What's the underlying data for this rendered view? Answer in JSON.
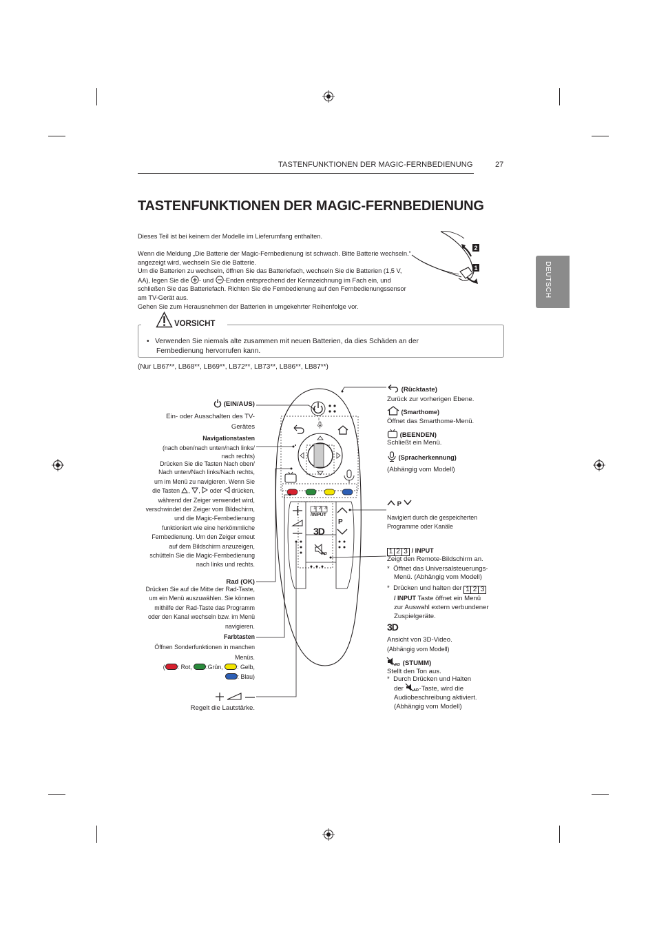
{
  "header": {
    "section_title": "TASTENFUNKTIONEN DER MAGIC-FERNBEDIENUNG",
    "page_number": "27"
  },
  "side_tab": {
    "label": "DEUTSCH",
    "color": "#8b8b8b"
  },
  "title": "TASTENFUNKTIONEN DER MAGIC-FERNBEDIENUNG",
  "intro": {
    "p1": "Dieses Teil ist bei keinem der Modelle im Lieferumfang enthalten.",
    "p2_lines": [
      "Wenn die Meldung „Die Batterie der Magic-Fernbedienung ist schwach. Bitte Batterie wechseln.“",
      "angezeigt wird, wechseln Sie die Batterie.",
      "Um die Batterien zu wechseln, öffnen Sie das Batteriefach, wechseln Sie die Batterien (1,5 V,"
    ],
    "p2_line4_a": "AA), legen Sie die",
    "p2_line4_b": "- und",
    "p2_line4_c": "-Enden entsprechend der Kennzeichnung im Fach ein, und",
    "p2_lines_end": [
      "schließen Sie das Batteriefach. Richten Sie die Fernbedienung auf den Fernbedienungssensor",
      "am TV-Gerät aus.",
      "Gehen Sie zum Herausnehmen der Batterien in umgekehrter Reihenfolge vor."
    ]
  },
  "illustration": {
    "step_1": "1",
    "step_2": "2"
  },
  "caution": {
    "label": "VORSICHT",
    "bullet": "•",
    "text_l1": "Verwenden Sie niemals alte zusammen mit neuen Batterien, da dies Schäden an der",
    "text_l2": "Fernbedienung hervorrufen kann."
  },
  "models": "(Nur LB67**, LB68**, LB69**, LB72**, LB73**, LB86**, LB87**)",
  "remote": {
    "input_label": "/INPUT",
    "p_label": "P",
    "ad_label": "AD",
    "digits": [
      "1",
      "2",
      "3"
    ],
    "threed": "3D",
    "button_colors": {
      "red": "#d6202e",
      "green": "#2a8a3c",
      "yellow": "#f2e500",
      "blue": "#2d5fb5"
    }
  },
  "left": {
    "power": {
      "title": "(EIN/AUS)",
      "l1": "Ein- oder Ausschalten des TV-",
      "l2": "Gerätes"
    },
    "nav": {
      "title": "Navigationstasten",
      "lines": [
        "(nach oben/nach unten/nach links/",
        "nach rechts)",
        "Drücken Sie die Tasten Nach oben/",
        "Nach unten/Nach links/Nach rechts,",
        "um im Menü zu navigieren.  Wenn Sie"
      ],
      "l6_a": "die Tasten",
      "l6_b": ",",
      "l6_c": ",",
      "l6_d": "oder",
      "l6_e": "drücken,",
      "lines_end": [
        "während der Zeiger verwendet wird,",
        "verschwindet der Zeiger vom Bildschirm,",
        "und die Magic-Fernbedienung",
        "funktioniert wie eine herkömmliche",
        "Fernbedienung. Um den Zeiger erneut",
        "auf dem Bildschirm anzuzeigen,",
        "schütteln Sie die Magic-Fernbedienung",
        "nach links und rechts."
      ]
    },
    "wheel": {
      "title": "Rad (OK)",
      "lines": [
        "Drücken Sie auf die Mitte der Rad-Taste,",
        "um ein Menü auszuwählen. Sie können",
        "mithilfe der Rad-Taste das Programm",
        "oder den Kanal wechseln bzw. im Menü",
        "navigieren."
      ]
    },
    "color": {
      "title": "Farbtasten",
      "l1": "Öffnen Sonderfunktionen in manchen",
      "l2": "Menüs.",
      "open": "(",
      "red": ": Rot,",
      "green": ":Grün,",
      "yellow": ": Gelb,",
      "blue": ": Blau)"
    },
    "volume": {
      "desc": "Regelt die Lautstärke."
    }
  },
  "right": {
    "back": {
      "title": "(Rücktaste)",
      "desc": "Zurück zur vorherigen Ebene."
    },
    "home": {
      "title": "(Smarthome)",
      "desc": "Öffnet das Smarthome-Menü."
    },
    "exit": {
      "title": "(BEENDEN)",
      "desc": "Schließt ein Menü."
    },
    "voice": {
      "title": "(Spracherkennung)",
      "desc": "(Abhängig vom Modell)"
    },
    "program": {
      "p": "P",
      "l1": "Navigiert durch die gespeicherten",
      "l2": "Programme oder Kanäle"
    },
    "input": {
      "title": "/ INPUT",
      "desc": "Zeigt den Remote-Bildschirm an.",
      "star": "*",
      "b1_l1": "Öffnet das Universalsteuerungs-",
      "b1_l2": "Menü. (Abhängig vom Modell)",
      "b2_l1": "Drücken und halten der",
      "b2_l2_bold": "/ INPUT",
      "b2_l2": "Taste öffnet ein Menü",
      "b2_l3": "zur Auswahl extern verbundener",
      "b2_l4": "Zuspielgeräte."
    },
    "threed": {
      "desc": "Ansicht von 3D-Video.",
      "note": "(Abhängig vom Modell)"
    },
    "mute": {
      "title": "(STUMM)",
      "desc": "Stellt den Ton aus.",
      "star": "*",
      "l1": "Durch Drücken und Halten",
      "l2_a": "der",
      "l2_b": "-Taste, wird die",
      "l3": "Audiobeschreibung aktiviert.",
      "l4": "(Abhängig vom Modell)"
    }
  }
}
